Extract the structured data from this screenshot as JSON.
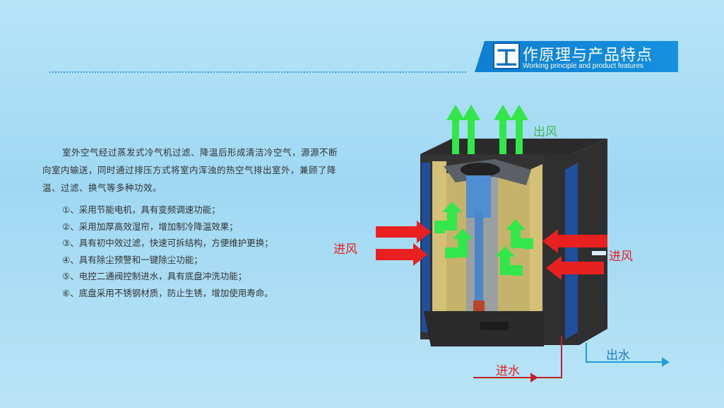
{
  "header": {
    "title_char": "工",
    "title_cn": "作原理与产品特点",
    "title_en": "Working principle and product features"
  },
  "intro": {
    "text": "室外空气经过蒸发式冷气机过滤、降温后形成清洁冷空气，源源不断向室内输送，同时通过排压方式将室内浑浊的热空气排出室外，兼顾了降温、过滤、换气等多种功效。"
  },
  "features": [
    "①、采用节能电机，具有变频调速功能；",
    "②、采用加厚高效湿帘，增加制冷降温效果；",
    "③、具有初中效过滤，快速可拆结构，方便维护更换；",
    "④、具有除尘预警和一键除尘功能；",
    "⑤、电控二通阀控制进水，具有底盘冲洗功能；",
    "⑥、底盘采用不锈钢材质，防止生锈，增加使用寿命。"
  ],
  "diagram": {
    "air_out": "出风",
    "air_in_left": "进风",
    "air_in_right": "进风",
    "water_in": "进水",
    "water_out": "出水"
  },
  "colors": {
    "banner": "#1690e0",
    "air_in_arrow": "#e82020",
    "air_out_arrow": "#33e64a",
    "water_out_line": "#1f9fd8",
    "water_in_line": "#c0202a"
  }
}
